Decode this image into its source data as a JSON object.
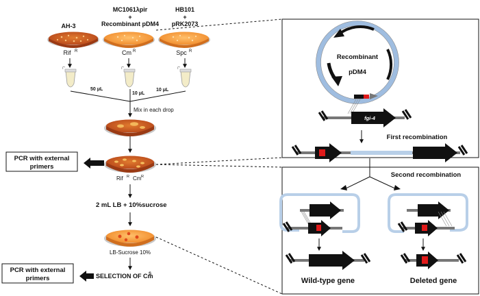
{
  "strains": {
    "left_name": "AH-3",
    "mid_line1": "MC1061λpir",
    "mid_line2": "+",
    "mid_line3": "Recombinant pDM4",
    "right_line1": "HB101",
    "right_line2": "+",
    "right_line3": "pRK2073"
  },
  "selection": {
    "rif": "Rif",
    "cm": "Cm",
    "spc": "Spc",
    "sup_r": "R",
    "rif_cm": "Rif",
    "rif_cm_mid": "Cm",
    "sup_s": "S"
  },
  "volumes": {
    "left": "50 μL",
    "mid": "10 μL",
    "right": "10 μL"
  },
  "steps": {
    "mix": "Mix in each drop",
    "lb_sucrose": "2 mL LB + 10%sucrose",
    "lb_sucrose_plate": "LB-Sucrose 10%",
    "selection_cm": "SELECTION OF Cm"
  },
  "pcr": {
    "box1_line1": "PCR with external",
    "box1_line2": "primers",
    "box2_line1": "PCR with external",
    "box2_line2": "primers"
  },
  "panel_top": {
    "plasmid_line1": "Recombinant",
    "plasmid_line2": "pDM4",
    "gene_label": "fgi-4",
    "first_recombination": "First recombination"
  },
  "panel_bottom": {
    "second_recombination": "Second recombination",
    "wild_type": "Wild-type gene",
    "deleted": "Deleted gene"
  },
  "colors": {
    "agar_dark": "#d0561a",
    "agar_light": "#f39a3a",
    "agar_rim": "#a8441a",
    "plasmid_blue": "#b8cfe8",
    "red_insert": "#e01a1a",
    "dna_gray": "#777777"
  }
}
